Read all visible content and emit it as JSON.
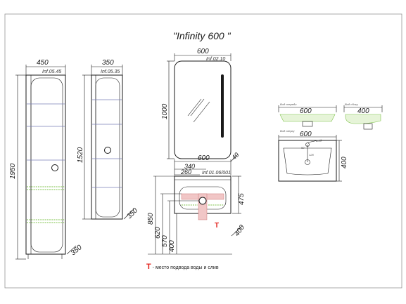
{
  "title": "\"Infinity 600 \"",
  "note": {
    "marker": "T",
    "text": " - место подвода воды и слив"
  },
  "tall_cabinet": {
    "model": "Inf.05.45",
    "width": "450",
    "height": "1950",
    "depth": "350"
  },
  "mid_cabinet": {
    "model": "Inf.05.35",
    "width": "350",
    "height": "1520",
    "depth": "350"
  },
  "mirror": {
    "model": "Inf.02.10",
    "width": "600",
    "height": "1000"
  },
  "vanity": {
    "model": "Inf.01.06/001",
    "width": "600",
    "offset": "40",
    "dim_340": "340",
    "dim_260": "260",
    "height": "475",
    "depth": "400",
    "floor_850": "850",
    "floor_620": "620",
    "floor_570": "570",
    "floor_400": "400",
    "marker": "T"
  },
  "sink_views": {
    "front": {
      "label": "Вид спереди",
      "width": "600"
    },
    "side": {
      "label": "Вид сбоку",
      "width": "400"
    },
    "top": {
      "label": "Вид сверху",
      "width": "600",
      "depth": "400",
      "hole": "Ø35",
      "dim_a": "50",
      "dim_b": "128"
    }
  }
}
